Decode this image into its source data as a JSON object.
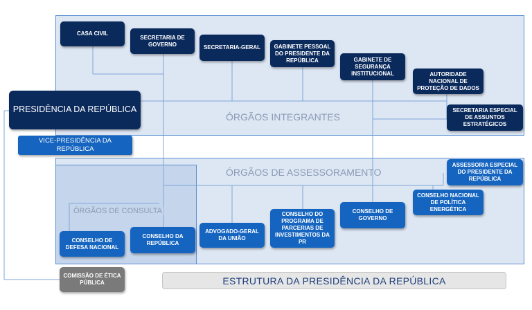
{
  "colors": {
    "panel_fill": "#dde6f3",
    "panel_border": "#5b8fd1",
    "dark_box": "#0b2a5c",
    "blue_box": "#1565c0",
    "gray_box": "#7a7a7a",
    "section_label": "#8a9bb5",
    "title_text": "#1d3f7a"
  },
  "nodes": {
    "presidencia": "PRESIDÊNCIA DA REPÚBLICA",
    "vice": "VICE-PRESIDÊNCIA DA REPÚBLICA",
    "comissao_etica": "COMISSÃO DE ÉTICA PÚBLICA"
  },
  "orgaos_integrantes": {
    "label": "ÓRGÃOS INTEGRANTES",
    "items": [
      "CASA CIVIL",
      "SECRETARIA DE GOVERNO",
      "SECRETARIA-GERAL",
      "GABINETE PESSOAL DO PRESIDENTE DA REPÚBLICA",
      "GABINETE DE SEGURANÇA INSTITUCIONAL",
      "AUTORIDADE NACIONAL DE PROTEÇÃO DE DADOS",
      "SECRETARIA ESPECIAL DE ASSUNTOS ESTRATÉGICOS"
    ]
  },
  "orgaos_assessoramento": {
    "label": "ÓRGÃOS DE ASSESSORAMENTO",
    "items": [
      "ADVOGADO-GERAL DA UNIÃO",
      "CONSELHO DO PROGRAMA DE PARCERIAS DE INVESTIMENTOS DA PR",
      "CONSELHO DE GOVERNO",
      "CONSELHO NACIONAL DE POLÍTICA ENERGÉTICA",
      "ASSESSORIA ESPECIAL DO PRESIDENTE DA REPÚBLICA"
    ]
  },
  "orgaos_consulta": {
    "label": "ÓRGÃOS DE CONSULTA",
    "items": [
      "CONSELHO DE DEFESA NACIONAL",
      "CONSELHO DA REPÚBLICA"
    ]
  },
  "title": "ESTRUTURA DA PRESIDÊNCIA DA REPÚBLICA"
}
